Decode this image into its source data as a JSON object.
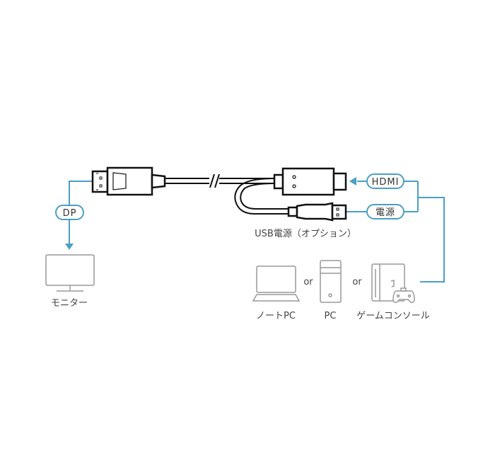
{
  "colors": {
    "accent": "#4a9fc4",
    "line": "#111111",
    "device": "#999999",
    "text": "#444444"
  },
  "labels": {
    "dp": "DP",
    "hdmi": "HDMI",
    "power": "電源",
    "usb_power": "USB電源（オプション）",
    "monitor": "モニター",
    "laptop": "ノートPC",
    "pc": "PC",
    "console": "ゲームコンソール",
    "or1": "or",
    "or2": "or"
  },
  "icons": [
    "displayport-connector",
    "hdmi-connector",
    "usb-connector",
    "monitor-icon",
    "laptop-icon",
    "pc-tower-icon",
    "game-console-icon",
    "controller-icon"
  ]
}
